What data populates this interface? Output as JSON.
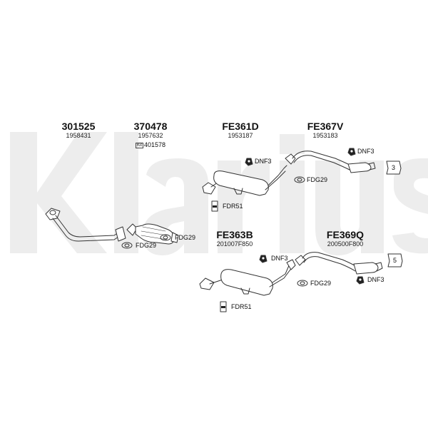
{
  "watermark": {
    "text": "Klarius",
    "color": "#ededed"
  },
  "part_codes": {
    "p301525": "301525",
    "p370478": "370478",
    "fe361d": "FE361D",
    "fe367v": "FE367V",
    "fe363b": "FE363B",
    "fe369q": "FE369Q"
  },
  "oem_numbers": {
    "p301525": "1958431",
    "p370478": "1957632",
    "fe361d": "1953187",
    "fe367v": "1953183",
    "fe363b": "201007F850",
    "fe369q": "200500F800"
  },
  "kit": {
    "badge": "Kit",
    "number": "401578"
  },
  "fittings": {
    "dnf3_a": "DNF3",
    "dnf3_b": "DNF3",
    "dnf3_c": "DNF3",
    "dnf3_d": "DNF3",
    "fdg29_a": "FDG29",
    "fdg29_b": "FDG29",
    "fdg29_c": "FDG29",
    "fdg29_d": "FDG29",
    "fdr51_a": "FDR51",
    "fdr51_b": "FDR51"
  },
  "clamp_labels": {
    "c3": "3",
    "c5": "5"
  },
  "colors": {
    "stroke": "#333333",
    "fill": "#ffffff"
  }
}
